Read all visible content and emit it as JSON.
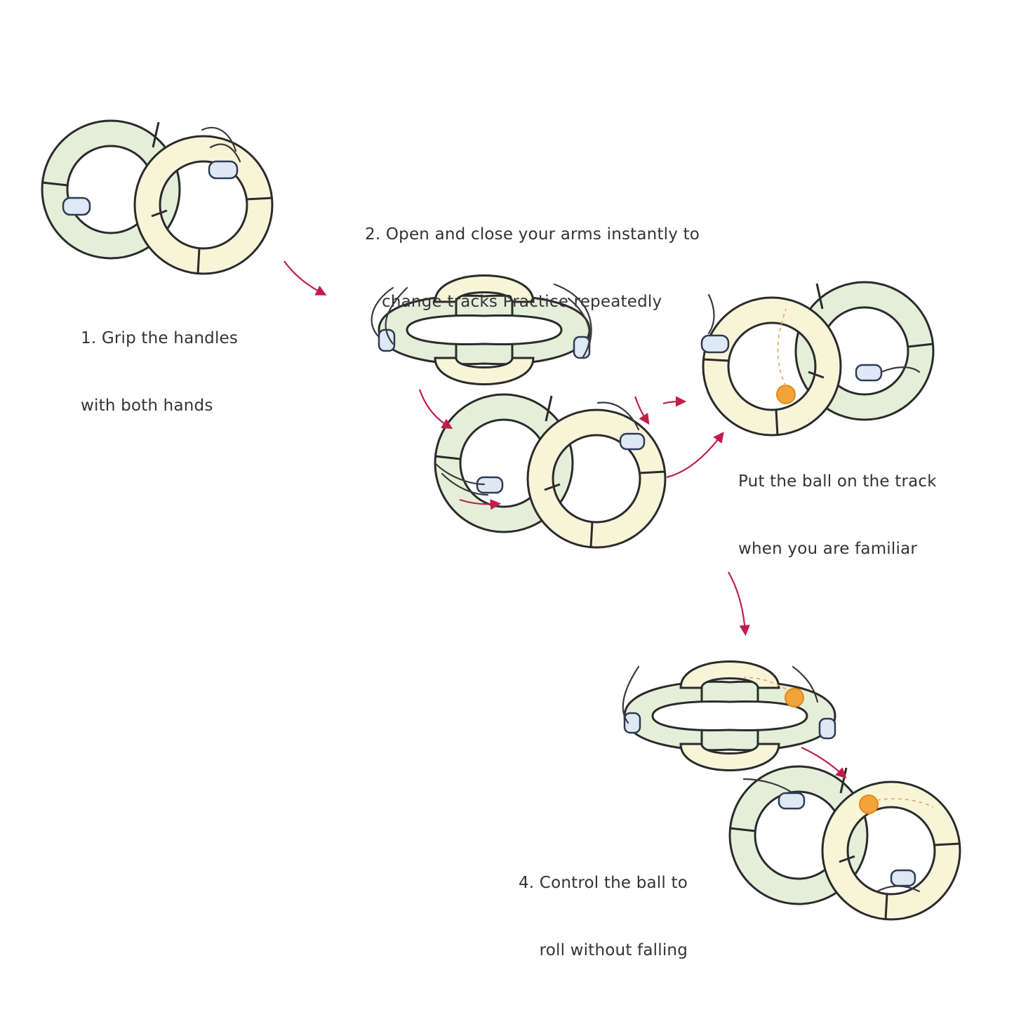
{
  "steps": {
    "step1": {
      "line1": "1. Grip the handles",
      "line2": "with both hands"
    },
    "step2": {
      "line1": "2. Open and close your arms instantly to",
      "line2": "change tracks Practice repeatedly"
    },
    "step3": {
      "line1": "Put the ball on the track",
      "line2": "when you are familiar"
    },
    "step4": {
      "line1": "4. Control the ball to",
      "line2": "roll without falling"
    }
  },
  "colors": {
    "track_green": "#e4efd9",
    "track_cream": "#f8f4d8",
    "outline": "#2b2b2b",
    "handle_blue": "#dfe9f5",
    "arrow_red": "#c21d4a",
    "ball_orange": "#f2a43a"
  }
}
